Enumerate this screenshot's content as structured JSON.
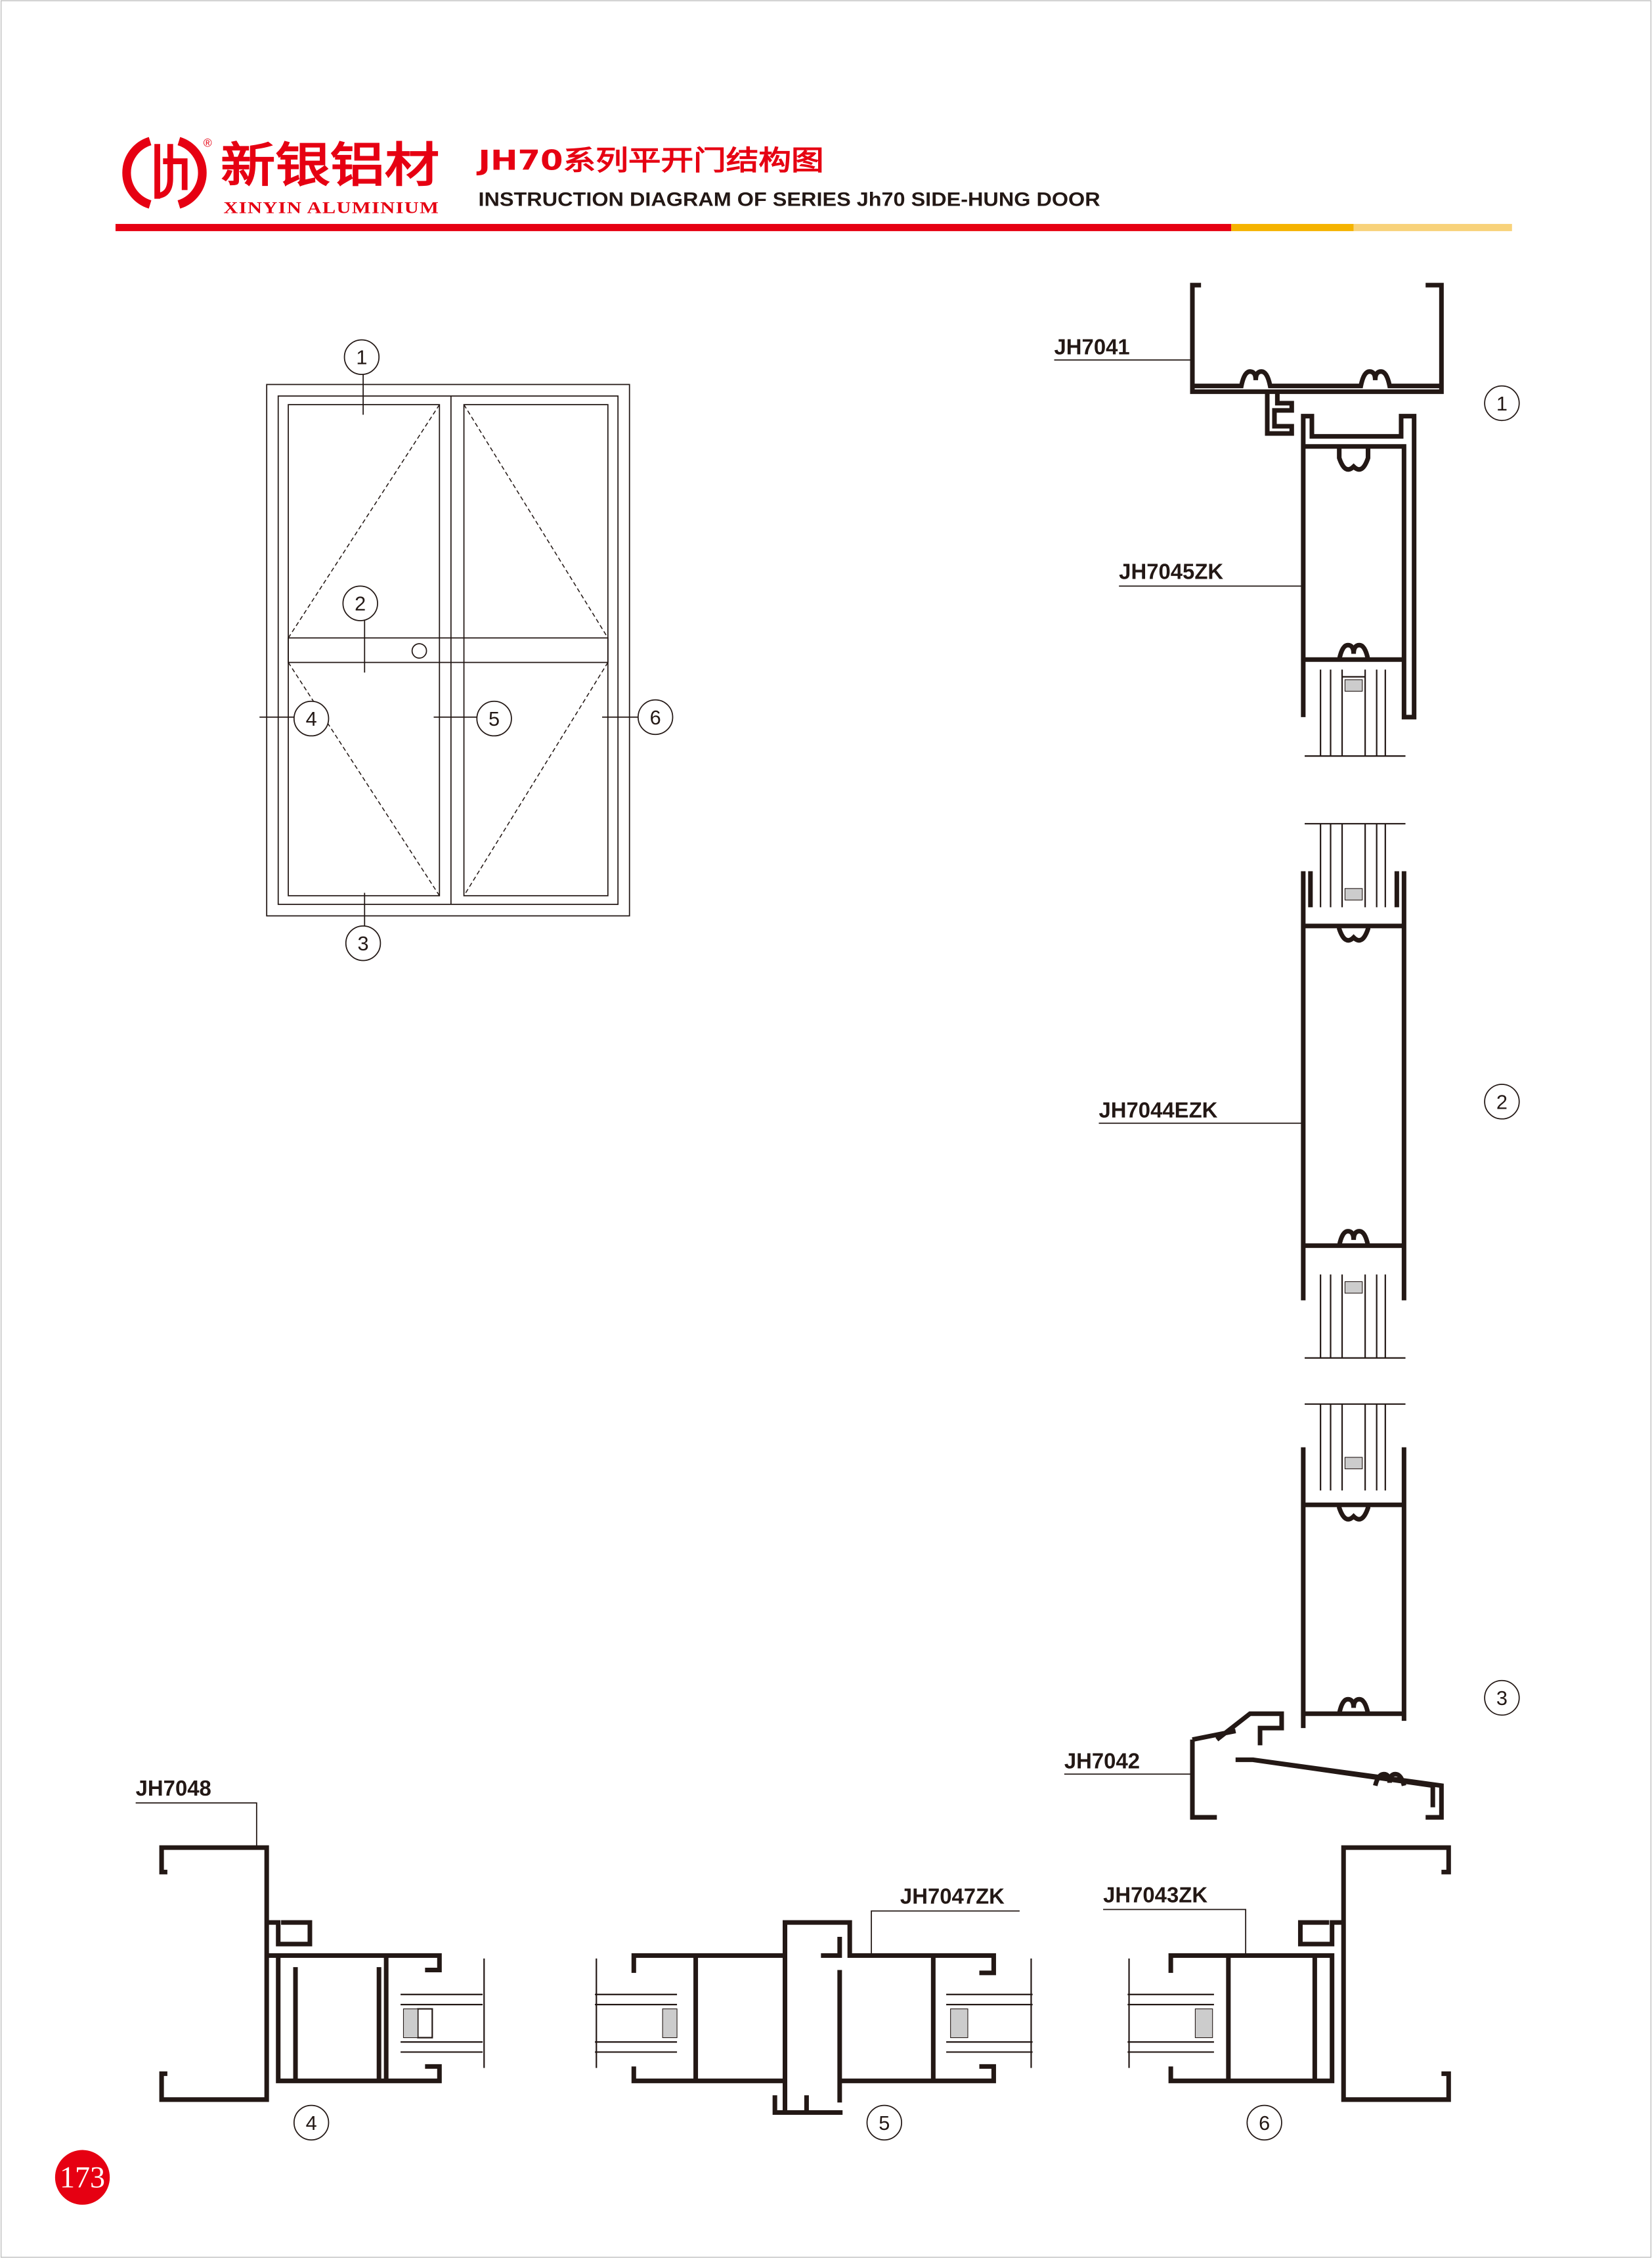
{
  "header": {
    "brand_cn": "新银铝材",
    "brand_en": "XINYIN ALUMINIUM",
    "registered_mark": "®",
    "title_cn": "JH70系列平开门结构图",
    "title_en": "INSTRUCTION DIAGRAM OF SERIES Jh70 SIDE-HUNG DOOR"
  },
  "colors": {
    "brand_red": "#e60012",
    "accent_orange": "#f5b300",
    "line": "#231815"
  },
  "elevation": {
    "callouts": [
      "1",
      "2",
      "3",
      "4",
      "5",
      "6"
    ]
  },
  "sections": {
    "vertical": [
      {
        "number": "1",
        "profiles": [
          "JH7041",
          "JH7045ZK"
        ]
      },
      {
        "number": "2",
        "profiles": [
          "JH7044EZK"
        ]
      },
      {
        "number": "3",
        "profiles": [
          "JH7042"
        ]
      }
    ],
    "horizontal": [
      {
        "number": "4",
        "profiles": [
          "JH7048"
        ]
      },
      {
        "number": "5",
        "profiles": [
          "JH7047ZK"
        ]
      },
      {
        "number": "6",
        "profiles": [
          "JH7043ZK"
        ]
      }
    ]
  },
  "page_number": "173"
}
